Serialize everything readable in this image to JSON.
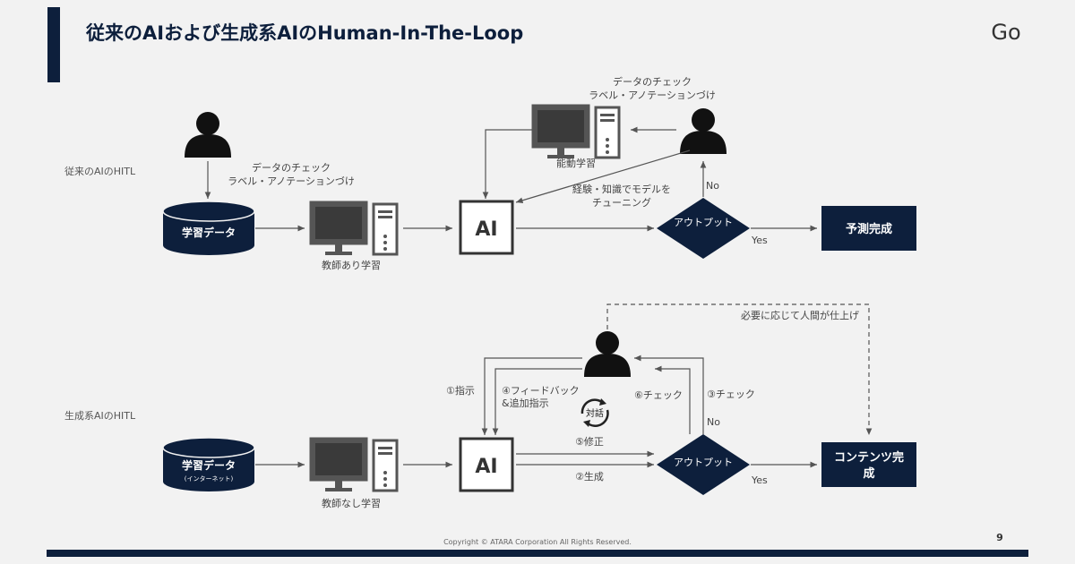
{
  "slide": {
    "title": "従来のAIおよび生成系AIのHuman-In-The-Loop",
    "logo": "Go",
    "page_number": "9",
    "copyright": "Copyright © ATARA Corporation All Rights Reserved."
  },
  "colors": {
    "navy": "#0d1f3c",
    "background": "#f2f2f2",
    "line": "#555555"
  },
  "top_diagram": {
    "section_label": "従来のAIのHITL",
    "data_check_line1": "データのチェック",
    "data_check_line2": "ラベル・アノテーションづけ",
    "training_data": "学習データ",
    "supervised_learning": "教師あり学習",
    "ai_label": "AI",
    "active_check_line1": "データのチェック",
    "active_check_line2": "ラベル・アノテーションづけ",
    "active_learning": "能動学習",
    "tuning_line1": "経験・知識でモデルを",
    "tuning_line2": "チューニング",
    "output": "アウトプット",
    "no": "No",
    "yes": "Yes",
    "prediction_complete": "予測完成"
  },
  "bottom_diagram": {
    "section_label": "生成系AIのHITL",
    "training_data": "学習データ",
    "training_data_sub": "(インターネット)",
    "unsupervised_learning": "教師なし学習",
    "ai_label": "AI",
    "step1": "①指示",
    "step2": "②生成",
    "step3": "③チェック",
    "step4_line1": "④フィードバック",
    "step4_line2": "&追加指示",
    "step5": "⑤修正",
    "step6": "⑥チェック",
    "dialogue": "対話",
    "human_finish": "必要に応じて人間が仕上げ",
    "output": "アウトプット",
    "no": "No",
    "yes": "Yes",
    "content_complete_line1": "コンテンツ完",
    "content_complete_line2": "成"
  }
}
